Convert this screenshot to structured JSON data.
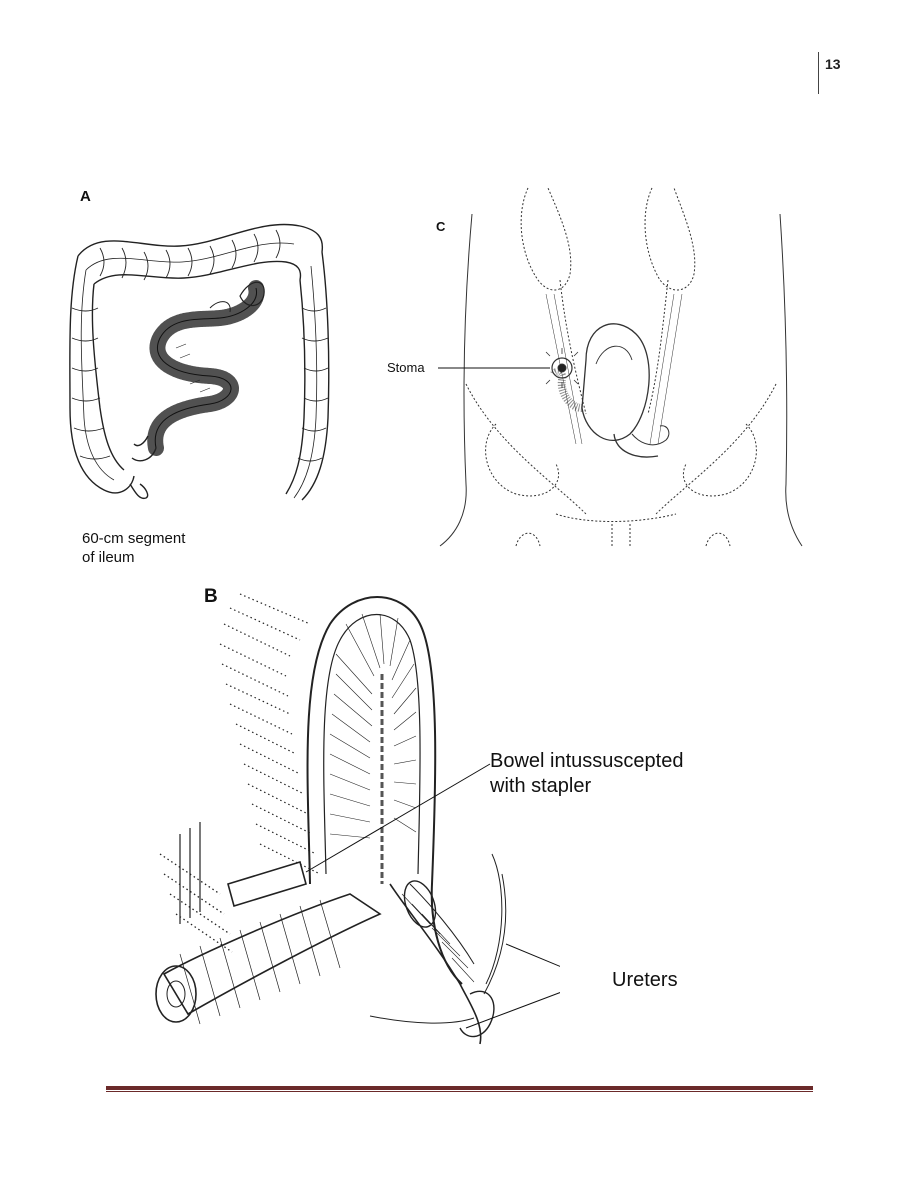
{
  "page": {
    "number": "13"
  },
  "figures": {
    "a": {
      "letter": "A",
      "caption_line1": "60-cm segment",
      "caption_line2": "of ileum"
    },
    "b": {
      "letter": "B",
      "callout_bowel_line1": "Bowel intussuscepted",
      "callout_bowel_line2": "with stapler",
      "callout_ureters": "Ureters"
    },
    "c": {
      "letter": "C",
      "callout_stoma": "Stoma"
    }
  },
  "colors": {
    "footer_rule": "#6b2a2a",
    "line_art": "#222222"
  }
}
